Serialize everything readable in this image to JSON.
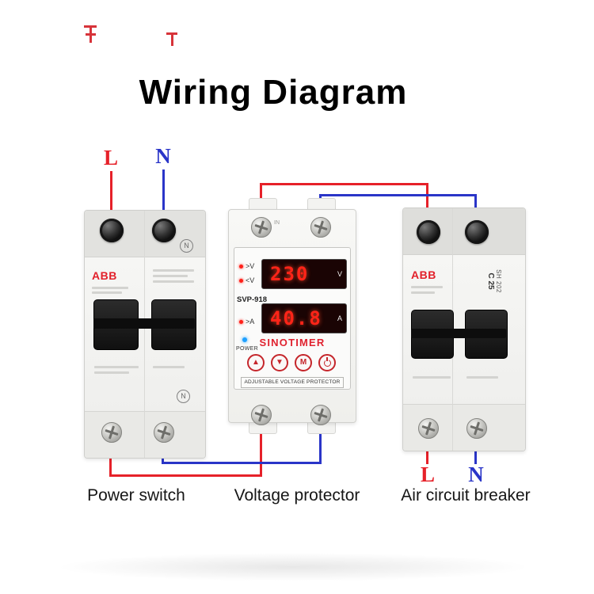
{
  "title": "Wiring Diagram",
  "wiring": {
    "input_live_label": "L",
    "input_neutral_label": "N",
    "output_live_label": "L",
    "output_neutral_label": "N",
    "live_color": "#e62129",
    "neutral_color": "#2a35c8"
  },
  "captions": {
    "left": "Power switch",
    "center": "Voltage protector",
    "right": "Air circuit breaker"
  },
  "power_switch": {
    "brand": "ABB",
    "neutral_pole_mark": "N"
  },
  "voltage_protector": {
    "model": "SVP-918",
    "brand": "SINOTIMER",
    "type_label": "ADJUSTABLE VOLTAGE PROTECTOR",
    "power_led_label": "POWER",
    "terminal_label": "IN",
    "indicators": {
      "over_voltage": ">V",
      "under_voltage": "<V",
      "over_current": ">A"
    },
    "voltage_display": {
      "value": "230",
      "unit": "V"
    },
    "current_display": {
      "value": "40.8",
      "unit": "A"
    },
    "buttons": {
      "up": "▲",
      "down": "▼",
      "mode": "M",
      "power": "⏻"
    },
    "display_color": "#ff2418"
  },
  "air_breaker": {
    "brand": "ABB",
    "model": "SH 202",
    "rating": "C 25"
  }
}
